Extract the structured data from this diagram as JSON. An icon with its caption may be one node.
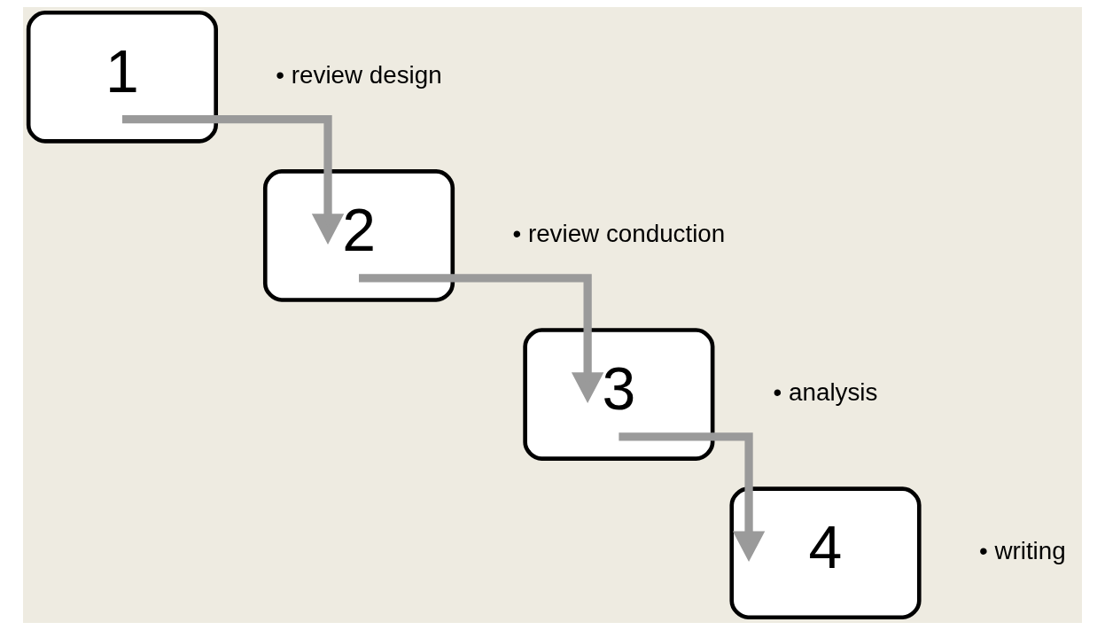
{
  "diagram": {
    "nodes": [
      {
        "text": [
          "1"
        ],
        "beside": [
          "• review design"
        ]
      },
      {
        "text": [
          "2"
        ],
        "beside": [
          "• review conduction"
        ]
      },
      {
        "text": [
          "3"
        ],
        "beside": [
          "• analysis"
        ]
      },
      {
        "text": [
          "4"
        ],
        "beside": [
          "• writing"
        ]
      }
    ],
    "edges": [
      {
        "from": 0,
        "to": 1,
        "arrow": "to"
      },
      {
        "from": 1,
        "to": 2,
        "arrow": "to"
      },
      {
        "from": 2,
        "to": 3,
        "arrow": "to"
      }
    ]
  }
}
